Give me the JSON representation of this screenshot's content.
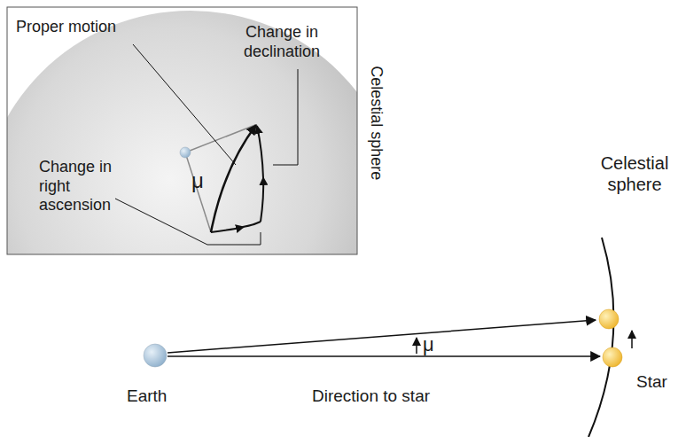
{
  "diagram": {
    "labels": [
      "Proper motion",
      "Change in declination",
      "μ",
      "Change in right ascension",
      "Celestial sphere",
      "Celestial sphere",
      "μ",
      "Earth",
      "Direction to star",
      "Star"
    ]
  }
}
